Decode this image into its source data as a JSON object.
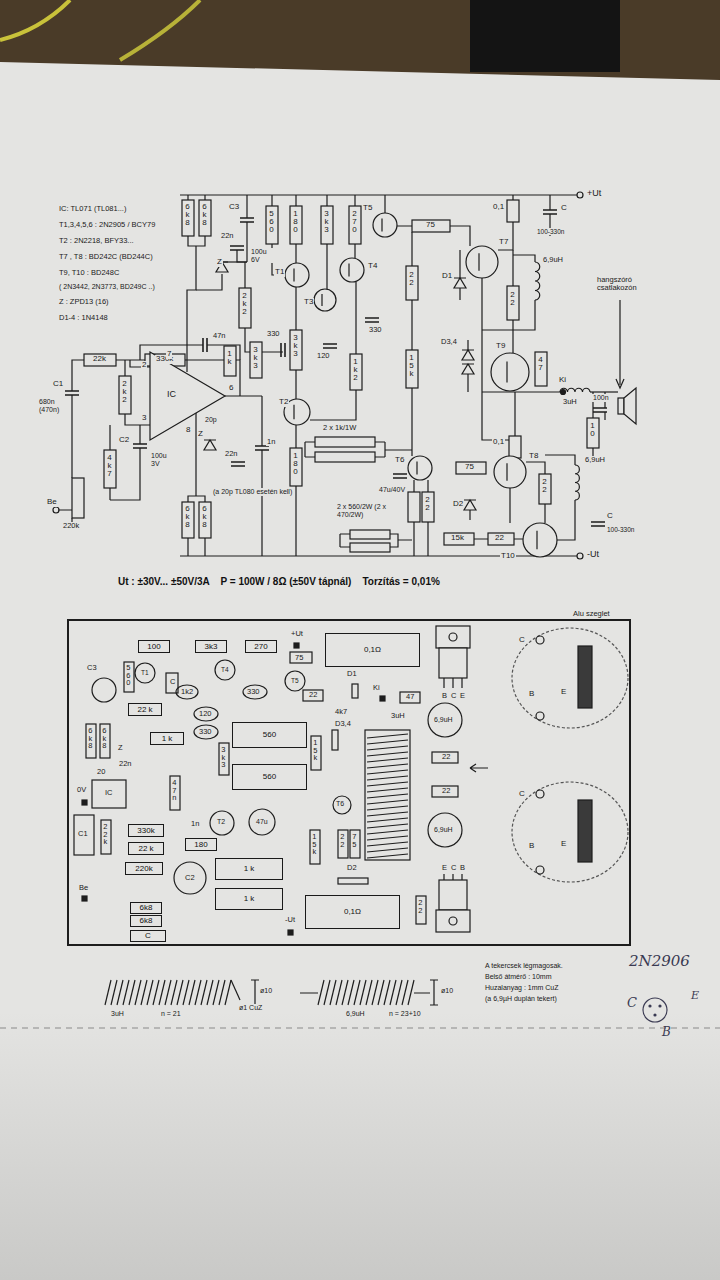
{
  "diagram": {
    "caption": "Ut : ±30V... ±50V/3A    P = 100W / 8Ω (±50V tápnál)    Torzítás = 0,01%",
    "nodes": [
      {
        "text": [
          "100"
        ]
      },
      {
        "text": [
          "3k3"
        ]
      },
      {
        "text": [
          "270"
        ]
      },
      {
        "text": [
          "0,1Ω"
        ]
      },
      {
        "text": [
          "22 k"
        ]
      },
      {
        "text": [
          "1 k"
        ]
      },
      {
        "text": [
          "560"
        ]
      },
      {
        "text": [
          "560"
        ]
      },
      {
        "text": [
          "330k"
        ]
      },
      {
        "text": [
          "22 k"
        ]
      },
      {
        "text": [
          "180"
        ]
      },
      {
        "text": [
          "220k"
        ]
      },
      {
        "text": [
          "6k8"
        ]
      },
      {
        "text": [
          "6k8"
        ]
      },
      {
        "text": [
          "C"
        ]
      },
      {
        "text": [
          "1 k"
        ]
      },
      {
        "text": [
          "1 k"
        ]
      },
      {
        "text": [
          "0,1Ω"
        ]
      }
    ],
    "labels": [
      "IC: TL071 (TL081...)",
      "T1,3,4,5,6 : 2N2905 / BCY79",
      "T2 : 2N2218, BFY33...",
      "T7 , T8 : BD242C (BD244C)",
      "T9, T10 : BD248C",
      "( 2N3442, 2N3773, BD249C ..)",
      "Z : ZPD13 (16)",
      "D1-4 : 1N4148",
      "6k8",
      "6k8",
      "C3",
      "100u 6V",
      "560",
      "180",
      "3k3",
      "270",
      "T5",
      "75",
      "0,1",
      "C",
      "+Ut",
      "100-330n",
      "T1",
      "T4",
      "T3",
      "T7",
      "22n",
      "Z",
      "2k2",
      "22",
      "D1",
      "22",
      "6,9uH",
      "330",
      "120",
      "330",
      "1k2",
      "3k3",
      "22k",
      "330k",
      "47n",
      "1k",
      "3k3",
      "2",
      "7",
      "3",
      "6",
      "8",
      "IC",
      "20p",
      "T2",
      "D3,4",
      "T9",
      "47",
      "hangszóró csatlakozón",
      "Ki",
      "15k",
      "3uH",
      "100n",
      "10",
      "2 x 1k/1W",
      "C1",
      "680n (470n)",
      "2k2",
      "4k7",
      "C2",
      "100u 3V",
      "Be",
      "220k",
      "Z",
      "22n",
      "1n",
      "180",
      "0,1",
      "T6",
      "75",
      "T8",
      "D2",
      "6,9uH",
      "47u/40V",
      "22",
      "22",
      "(a 20p TL080 esetén kell)",
      "6k8",
      "6k8",
      "2 x 560/2W (2 x 470/2W)",
      "15k",
      "22",
      "C",
      "100-330n",
      "T10",
      "-Ut",
      "Alu szeglet",
      "+Ut",
      "C3",
      "560",
      "T1",
      "C",
      "T4",
      "1k2",
      "330",
      "T5",
      "75",
      "22",
      "D1",
      "Ki",
      "47",
      "B",
      "C",
      "E",
      "4k7",
      "D3,4",
      "3uH",
      "6,9uH",
      "22",
      "22",
      "6,9uH",
      "C",
      "B",
      "E",
      "C",
      "B",
      "E",
      "120",
      "330",
      "6k8",
      "6k8",
      "Z",
      "22n",
      "3k3",
      "15k",
      "0V",
      "20",
      "IC",
      "47n",
      "C1",
      "22k",
      "1n",
      "T2",
      "47u",
      "T6",
      "15k",
      "22",
      "75",
      "D2",
      "C2",
      "Be",
      "-Ut",
      "22",
      "E",
      "C",
      "B",
      "3uH",
      "n = 21",
      "ø1 CuZ",
      "ø10",
      "6,9uH",
      "n = 23+10",
      "ø10",
      "A tekercsek légmagosak.",
      "Belső átmérő : 10mm",
      "Huzalanyag : 1mm CuZ",
      "(a 6,9µH duplán tekert)",
      "2N2906",
      "C",
      "E",
      "B"
    ]
  }
}
